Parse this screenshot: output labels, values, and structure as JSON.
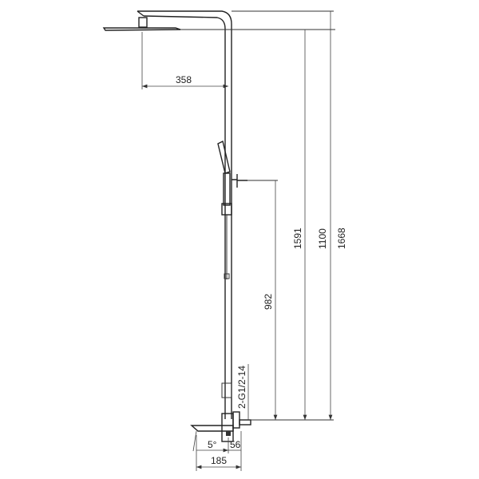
{
  "dimensions": {
    "head_reach": "358",
    "height_head": "1591",
    "height_mid": "1100",
    "height_total": "1668",
    "height_outlet": "982",
    "thread": "2-G1/2-14",
    "spout_angle": "5°",
    "wall_offset": "56",
    "spout_reach": "185"
  },
  "colors": {
    "line": "#333333",
    "background": "#ffffff"
  }
}
